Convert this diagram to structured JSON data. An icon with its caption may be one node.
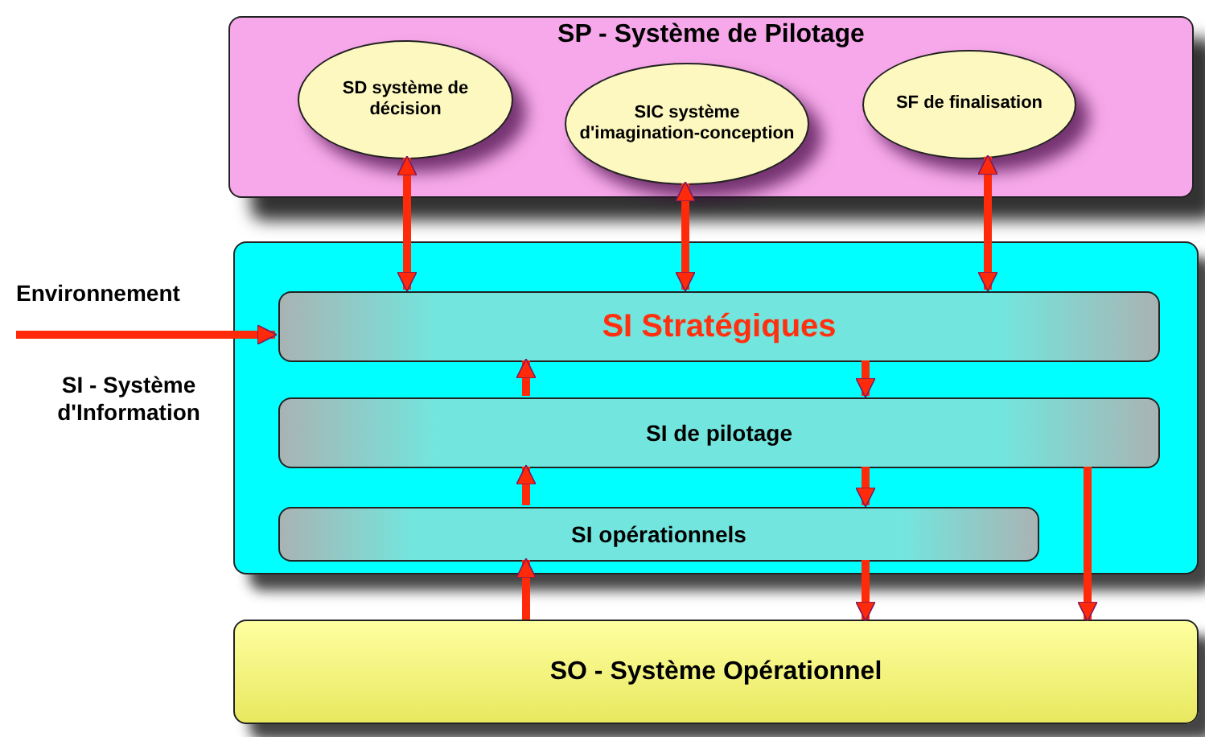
{
  "diagram": {
    "nodes": [
      {
        "text": [
          "SP - Système de Pilotage"
        ]
      },
      {
        "text": [
          "SD système de décision"
        ],
        "in": 0
      },
      {
        "text": [
          "SIC système d'imagination-conception"
        ],
        "in": 0
      },
      {
        "text": [
          "SF de finalisation"
        ],
        "in": 0
      },
      {
        "text": [
          "SI - Système d'Information"
        ]
      },
      {
        "text": [
          "SI Stratégiques"
        ],
        "in": 4
      },
      {
        "text": [
          "SI de pilotage"
        ],
        "in": 4
      },
      {
        "text": [
          "SI opérationnels"
        ],
        "in": 4
      },
      {
        "text": [
          "SO - Système Opérationnel"
        ]
      },
      {
        "text": [
          "Environnement"
        ]
      }
    ],
    "edges": [
      {
        "from": 1,
        "to": 5,
        "arrow": "both"
      },
      {
        "from": 2,
        "to": 5,
        "arrow": "both"
      },
      {
        "from": 3,
        "to": 5,
        "arrow": "both"
      },
      {
        "from": 9,
        "to": 5,
        "arrow": "to"
      },
      {
        "from": 6,
        "to": 5,
        "arrow": "to"
      },
      {
        "from": 5,
        "to": 6,
        "arrow": "to"
      },
      {
        "from": 7,
        "to": 6,
        "arrow": "to"
      },
      {
        "from": 6,
        "to": 7,
        "arrow": "to"
      },
      {
        "from": 8,
        "to": 7,
        "arrow": "to"
      },
      {
        "from": 7,
        "to": 8,
        "arrow": "to"
      },
      {
        "from": 6,
        "to": 8,
        "arrow": "to"
      }
    ]
  }
}
